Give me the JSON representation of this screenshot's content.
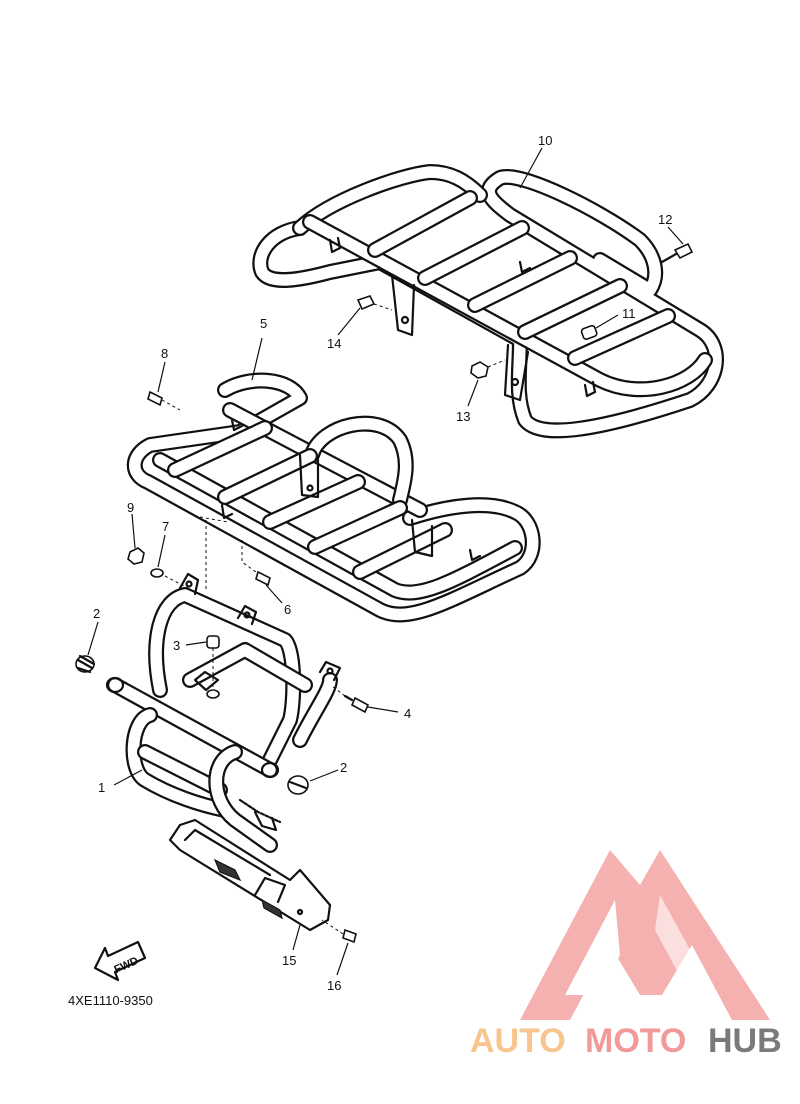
{
  "diagram": {
    "part_code": "4XE1110-9350",
    "fwd_label": "FWD",
    "callouts": [
      {
        "id": "c1",
        "label": "1"
      },
      {
        "id": "c2a",
        "label": "2"
      },
      {
        "id": "c2b",
        "label": "2"
      },
      {
        "id": "c3",
        "label": "3"
      },
      {
        "id": "c4",
        "label": "4"
      },
      {
        "id": "c5",
        "label": "5"
      },
      {
        "id": "c6",
        "label": "6"
      },
      {
        "id": "c7",
        "label": "7"
      },
      {
        "id": "c8",
        "label": "8"
      },
      {
        "id": "c9",
        "label": "9"
      },
      {
        "id": "c10",
        "label": "10"
      },
      {
        "id": "c11",
        "label": "11"
      },
      {
        "id": "c12",
        "label": "12"
      },
      {
        "id": "c13",
        "label": "13"
      },
      {
        "id": "c14",
        "label": "14"
      },
      {
        "id": "c15",
        "label": "15"
      },
      {
        "id": "c16",
        "label": "16"
      }
    ]
  },
  "watermark": {
    "part1": "AUTO",
    "part2": "MOTO",
    "part3": "HUB",
    "color_light": "#f7c58d",
    "color_mid": "#f29a9a",
    "color_dark": "#7a7a7a",
    "logo_color": "#f4a3a3"
  }
}
